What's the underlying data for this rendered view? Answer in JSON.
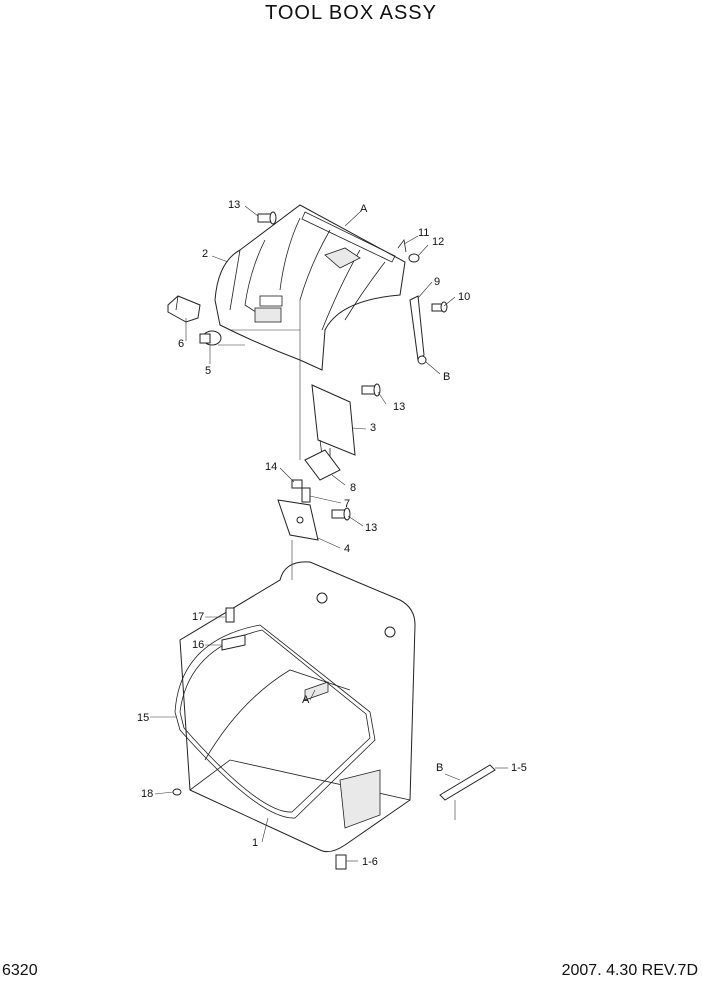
{
  "title": "TOOL BOX ASSY",
  "footer": {
    "page_number": "6320",
    "revision": "2007. 4.30  REV.7D"
  },
  "callouts": {
    "c13a": "13",
    "cA1": "A",
    "c11": "11",
    "c12": "12",
    "c2": "2",
    "c9": "9",
    "c10": "10",
    "cB1": "B",
    "c6": "6",
    "c5": "5",
    "c13b": "13",
    "c3": "3",
    "c14": "14",
    "c8": "8",
    "c7": "7",
    "c13c": "13",
    "c4": "4",
    "c17": "17",
    "c16": "16",
    "c15": "15",
    "cA2": "A",
    "cB2": "B",
    "c1_5": "1-5",
    "c18": "18",
    "c1": "1",
    "c1_6": "1-6"
  }
}
